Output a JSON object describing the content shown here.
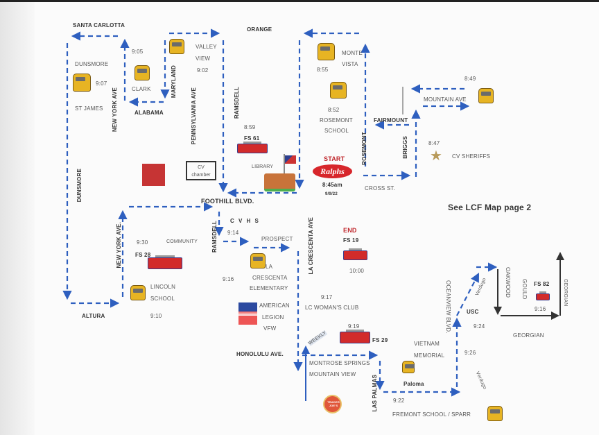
{
  "map": {
    "route_color": "#2e5fbf",
    "note": "See LCF Map page 2"
  },
  "labels": {
    "santa_carlotta": "SANTA CARLOTTA",
    "orange": "ORANGE",
    "dunsmore_stop": "DUNSMORE",
    "t907": "9:07",
    "st_james": "ST JAMES",
    "t905": "9:05",
    "clark": "CLARK",
    "alabama": "ALABAMA",
    "new_york_ave": "NEW YORK AVE",
    "maryland": "MARYLAND",
    "valley": "VALLEY",
    "view": "VIEW",
    "t902": "9:02",
    "pennsylvania": "PENNSYLVANIA AVE",
    "ramsdell": "RAMSDELL",
    "t859": "8:59",
    "fs61": "FS 61",
    "library": "LIBRARY",
    "cv": "CV",
    "chamber": "chamber",
    "dunsmore_street": "DUNSMORE",
    "foothill": "FOOTHILL BLVD.",
    "monte": "MONTE",
    "vista": "VISTA",
    "t855": "8:55",
    "t852": "8:52",
    "rosemont_school_1": "ROSEMONT",
    "rosemont_school_2": "SCHOOL",
    "rosemont": "ROSEMONT",
    "fairmount": "FAIRMOUNT",
    "briggs": "BRIGGS",
    "mountain_ave": "MOUNTAIN AVE",
    "t849": "8:49",
    "t847": "8:47",
    "cv_sheriffs": "CV SHERIFFS",
    "start": "START",
    "ralphs": "Ralphs",
    "t845": "8:45am",
    "date": "9/9/22",
    "cross_st": "CROSS ST.",
    "cvhs": "C V H S",
    "ramsdell2": "RAMSDELL",
    "t914": "9:14",
    "prospect": "PROSPECT",
    "new_york_ave2": "NEW YORK AVE.",
    "t930": "9:30",
    "community": "COMMUNITY",
    "fs28": "FS 28",
    "la_crescenta_ave": "LA CRESCENTA AVE",
    "end": "END",
    "fs19": "FS 19",
    "t1000": "10:00",
    "t916a": "9:16",
    "la": "LA",
    "crescenta": "CRESCENTA",
    "elementary": "ELEMENTARY",
    "lincoln": "LINCOLN",
    "school": "SCHOOL",
    "t910": "9:10",
    "altura": "ALTURA",
    "t917": "9:17",
    "lc_womans_club": "LC WOMAN'S CLUB",
    "american": "AMERICAN",
    "legion": "LEGION",
    "vfw": "VFW",
    "t919": "9:19",
    "fs29": "FS 29",
    "weekly": "WEEKLY",
    "honolulu": "HONOLULU AVE.",
    "vietnam": "VIETNAM",
    "memorial": "MEMORIAL",
    "montrose_springs": "MONTROSE SPRINGS",
    "mountain_view": "MOUNTAIN VIEW",
    "las_palmas": "LAS PALMAS",
    "paloma": "Paloma",
    "t922": "9:22",
    "fremont": "FREMONT SCHOOL / SPARR",
    "oceanview": "OCEANVIEW BLVD.",
    "verdugo_upper": "Verdugo",
    "usc": "USC",
    "t924": "9:24",
    "t926": "9:26",
    "verdugo_lower": "Verdugo",
    "oakwood": "OAKWOOD",
    "gould": "GOULD",
    "fs82": "FS 82",
    "t916b": "9:16",
    "georgian_vertical": "GEORGIAN",
    "georgian": "GEORGIAN",
    "trader_joes": "TRADER JOE'S"
  }
}
